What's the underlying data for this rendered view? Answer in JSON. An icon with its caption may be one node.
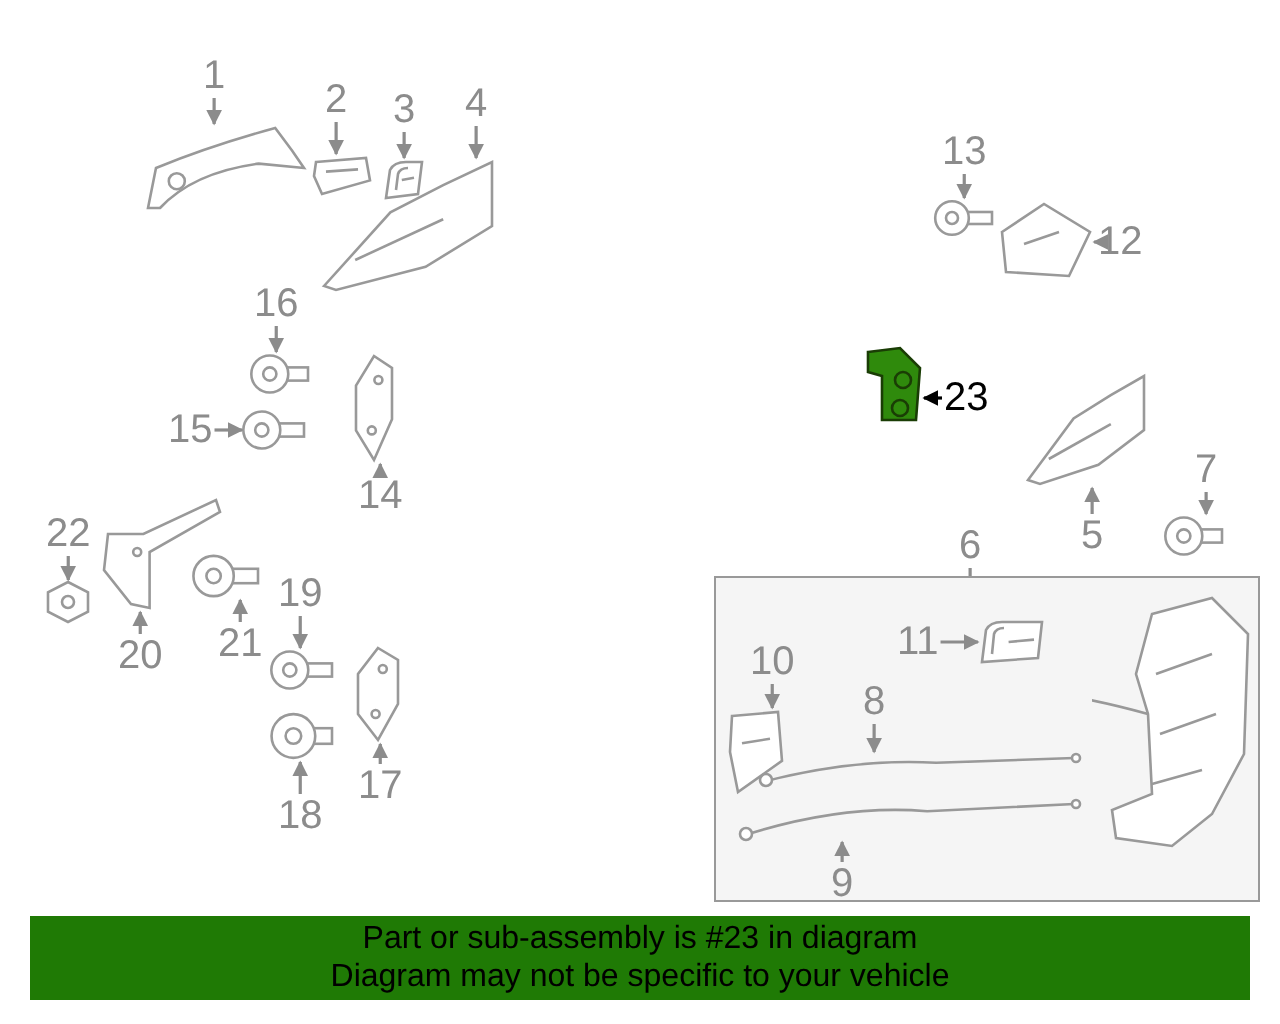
{
  "diagram": {
    "nodes": [
      {
        "text": [
          "1"
        ]
      },
      {
        "text": [],
        "shape": "picture"
      },
      {
        "text": [
          "2"
        ]
      },
      {
        "text": [],
        "shape": "picture"
      },
      {
        "text": [
          "3"
        ]
      },
      {
        "text": [],
        "shape": "picture"
      },
      {
        "text": [
          "4"
        ]
      },
      {
        "text": [],
        "shape": "picture"
      },
      {
        "text": [
          "5"
        ]
      },
      {
        "text": [],
        "shape": "picture"
      },
      {
        "text": [
          "6"
        ]
      },
      {
        "text": [],
        "shape": "box"
      },
      {
        "text": [
          "7"
        ]
      },
      {
        "text": [],
        "shape": "picture"
      },
      {
        "text": [
          "8"
        ],
        "in": 11
      },
      {
        "text": [],
        "shape": "picture",
        "in": 11
      },
      {
        "text": [
          "9"
        ],
        "in": 11
      },
      {
        "text": [],
        "shape": "picture",
        "in": 11
      },
      {
        "text": [
          "10"
        ],
        "in": 11
      },
      {
        "text": [],
        "shape": "picture",
        "in": 11
      },
      {
        "text": [
          "11"
        ],
        "in": 11
      },
      {
        "text": [],
        "shape": "picture",
        "in": 11
      },
      {
        "text": [
          "12"
        ]
      },
      {
        "text": [],
        "shape": "picture"
      },
      {
        "text": [
          "13"
        ]
      },
      {
        "text": [],
        "shape": "picture"
      },
      {
        "text": [
          "14"
        ]
      },
      {
        "text": [],
        "shape": "picture"
      },
      {
        "text": [
          "15"
        ]
      },
      {
        "text": [],
        "shape": "picture"
      },
      {
        "text": [
          "16"
        ]
      },
      {
        "text": [],
        "shape": "picture"
      },
      {
        "text": [
          "17"
        ]
      },
      {
        "text": [],
        "shape": "picture"
      },
      {
        "text": [
          "18"
        ]
      },
      {
        "text": [],
        "shape": "picture"
      },
      {
        "text": [
          "19"
        ]
      },
      {
        "text": [],
        "shape": "picture"
      },
      {
        "text": [
          "20"
        ]
      },
      {
        "text": [],
        "shape": "picture"
      },
      {
        "text": [
          "21"
        ]
      },
      {
        "text": [],
        "shape": "picture"
      },
      {
        "text": [
          "22"
        ]
      },
      {
        "text": [],
        "shape": "picture"
      },
      {
        "text": [
          "23"
        ]
      },
      {
        "text": [],
        "shape": "picture"
      },
      {
        "text": [
          "Part or sub-assembly is #23 in diagram",
          "Diagram may not be specific to your vehicle"
        ]
      }
    ],
    "edges": [
      {
        "from": 0,
        "to": 1,
        "arrow": "to"
      },
      {
        "from": 2,
        "to": 3,
        "arrow": "to"
      },
      {
        "from": 4,
        "to": 5,
        "arrow": "to"
      },
      {
        "from": 6,
        "to": 7,
        "arrow": "to"
      },
      {
        "from": 8,
        "to": 9,
        "arrow": "to"
      },
      {
        "from": 10,
        "to": 11,
        "arrow": "none"
      },
      {
        "from": 12,
        "to": 13,
        "arrow": "to"
      },
      {
        "from": 14,
        "to": 15,
        "arrow": "to"
      },
      {
        "from": 16,
        "to": 17,
        "arrow": "to"
      },
      {
        "from": 18,
        "to": 19,
        "arrow": "to"
      },
      {
        "from": 20,
        "to": 21,
        "arrow": "to"
      },
      {
        "from": 22,
        "to": 23,
        "arrow": "to"
      },
      {
        "from": 24,
        "to": 25,
        "arrow": "to"
      },
      {
        "from": 26,
        "to": 27,
        "arrow": "to"
      },
      {
        "from": 28,
        "to": 29,
        "arrow": "to"
      },
      {
        "from": 30,
        "to": 31,
        "arrow": "to"
      },
      {
        "from": 32,
        "to": 33,
        "arrow": "to"
      },
      {
        "from": 34,
        "to": 35,
        "arrow": "to"
      },
      {
        "from": 36,
        "to": 37,
        "arrow": "to"
      },
      {
        "from": 38,
        "to": 39,
        "arrow": "to"
      },
      {
        "from": 40,
        "to": 41,
        "arrow": "to"
      },
      {
        "from": 42,
        "to": 43,
        "arrow": "to"
      },
      {
        "from": 44,
        "to": 45,
        "arrow": "to",
        "color": "#000000"
      }
    ]
  }
}
